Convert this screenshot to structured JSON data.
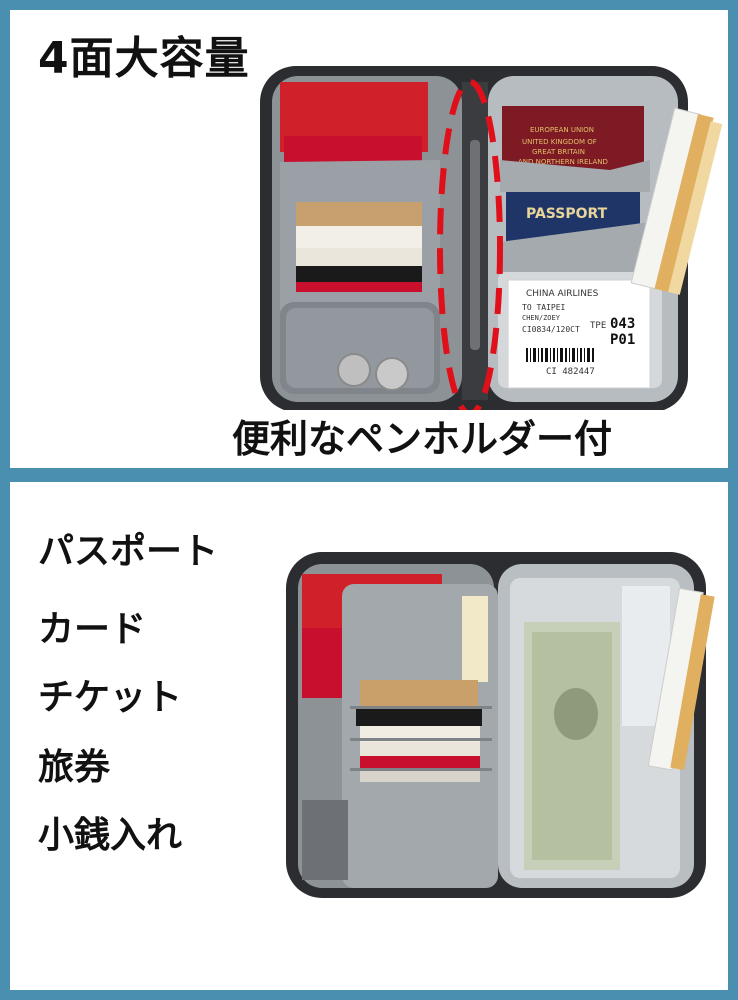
{
  "panel1": {
    "title": "4面大容量",
    "caption": "便利なペンホルダー付",
    "passport_red": {
      "country_top": "EUROPEAN UNION",
      "country_mid": "UNITED KINGDOM OF",
      "country_low": "GREAT BRITAIN",
      "country_end": "AND NORTHERN IRELAND"
    },
    "passport_blue": "PASSPORT",
    "ticket": {
      "airline": "CHINA AIRLINES",
      "to": "TO TAIPEI",
      "name": "CHEN/ZOEY",
      "flight": "CI0834/120CT",
      "code": "TPE",
      "gate": "043",
      "seat": "P01",
      "number": "CI 482447"
    }
  },
  "panel2": {
    "features": [
      "パスポート",
      "カード",
      "チケット",
      "旅券",
      "小銭入れ"
    ]
  },
  "colors": {
    "frame": "#4a8fb0",
    "wallet_dark": "#2b2d30",
    "lining": "#9ea3a8",
    "passport_red": "#c8102e",
    "passport_blue": "#1f3568",
    "dash_red": "#e0101a"
  }
}
